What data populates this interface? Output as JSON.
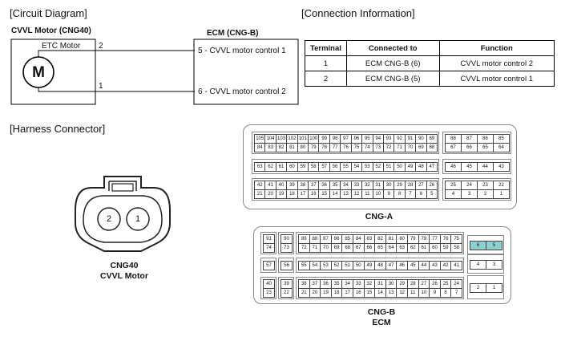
{
  "headings": {
    "circuit": "[Circuit Diagram]",
    "connection": "[Connection Information]",
    "harness": "[Harness Connector]"
  },
  "circuit": {
    "motor_title": "CVVL Motor (CNG40)",
    "etc_motor": "ETC Motor",
    "motor_symbol": "M",
    "pin_top": "2",
    "pin_bottom": "1",
    "ecm_title": "ECM (CNG-B)",
    "ecm_pin5": "5 - CVVL motor control 1",
    "ecm_pin6": "6 - CVVL motor control 2"
  },
  "table": {
    "headers": [
      "Terminal",
      "Connected to",
      "Function"
    ],
    "rows": [
      [
        "1",
        "ECM CNG-B (6)",
        "CVVL motor control 2"
      ],
      [
        "2",
        "ECM CNG-B (5)",
        "CVVL motor control 1"
      ]
    ]
  },
  "connector40": {
    "pin_left": "2",
    "pin_right": "1",
    "caption_1": "CNG40",
    "caption_2": "CVVL Motor"
  },
  "cnga": {
    "caption": "CNG-A",
    "groups": [
      [
        [
          "105",
          "104",
          "103",
          "102",
          "101",
          "100",
          "99",
          "98",
          "97",
          "96",
          "95",
          "94",
          "93",
          "92",
          "91",
          "90",
          "89"
        ],
        [
          "84",
          "83",
          "82",
          "81",
          "80",
          "79",
          "78",
          "77",
          "76",
          "75",
          "74",
          "73",
          "72",
          "71",
          "70",
          "69",
          "68"
        ]
      ],
      [
        [
          "88",
          "87",
          "86",
          "85"
        ],
        [
          "67",
          "66",
          "65",
          "64"
        ]
      ],
      [
        [
          "63",
          "62",
          "61",
          "60",
          "59",
          "58",
          "57",
          "56",
          "55",
          "54",
          "53",
          "52",
          "51",
          "50",
          "49",
          "48",
          "47"
        ]
      ],
      [
        [
          "46",
          "45",
          "44",
          "43"
        ]
      ],
      [
        [
          "42",
          "41",
          "40",
          "39",
          "38",
          "37",
          "36",
          "35",
          "34",
          "33",
          "32",
          "31",
          "30",
          "29",
          "28",
          "27",
          "26"
        ],
        [
          "21",
          "20",
          "19",
          "18",
          "17",
          "16",
          "15",
          "14",
          "13",
          "12",
          "11",
          "10",
          "9",
          "8",
          "7",
          "6",
          "5"
        ]
      ],
      [
        [
          "25",
          "24",
          "23",
          "22"
        ],
        [
          "4",
          "3",
          "2",
          "1"
        ]
      ]
    ]
  },
  "cngb": {
    "caption_1": "CNG-B",
    "caption_2": "ECM",
    "highlight_color": "#8fcfcf",
    "groups": [
      [
        [
          "91"
        ],
        [
          "74"
        ]
      ],
      [
        [
          "90"
        ],
        [
          "73"
        ]
      ],
      [
        [
          "89",
          "88",
          "87",
          "86",
          "85",
          "84",
          "83",
          "82",
          "81",
          "80",
          "79",
          "78",
          "77",
          "76",
          "75"
        ],
        [
          "72",
          "71",
          "70",
          "69",
          "68",
          "67",
          "66",
          "65",
          "64",
          "63",
          "62",
          "61",
          "60",
          "59",
          "58"
        ]
      ],
      [
        [
          "6",
          "5"
        ]
      ],
      [
        [
          "57"
        ]
      ],
      [
        [
          "56"
        ]
      ],
      [
        [
          "55",
          "54",
          "53",
          "52",
          "51",
          "50",
          "49",
          "48",
          "47",
          "46",
          "45",
          "44",
          "43",
          "42",
          "41"
        ]
      ],
      [
        [
          "4",
          "3"
        ]
      ],
      [
        [
          "40"
        ],
        [
          "23"
        ]
      ],
      [
        [
          "39"
        ],
        [
          "22"
        ]
      ],
      [
        [
          "38",
          "37",
          "36",
          "35",
          "34",
          "33",
          "32",
          "31",
          "30",
          "29",
          "28",
          "27",
          "26",
          "25",
          "24"
        ],
        [
          "21",
          "20",
          "19",
          "18",
          "17",
          "16",
          "15",
          "14",
          "13",
          "12",
          "11",
          "10",
          "9",
          "8",
          "7"
        ]
      ],
      [
        [
          "2",
          "1"
        ]
      ]
    ]
  }
}
